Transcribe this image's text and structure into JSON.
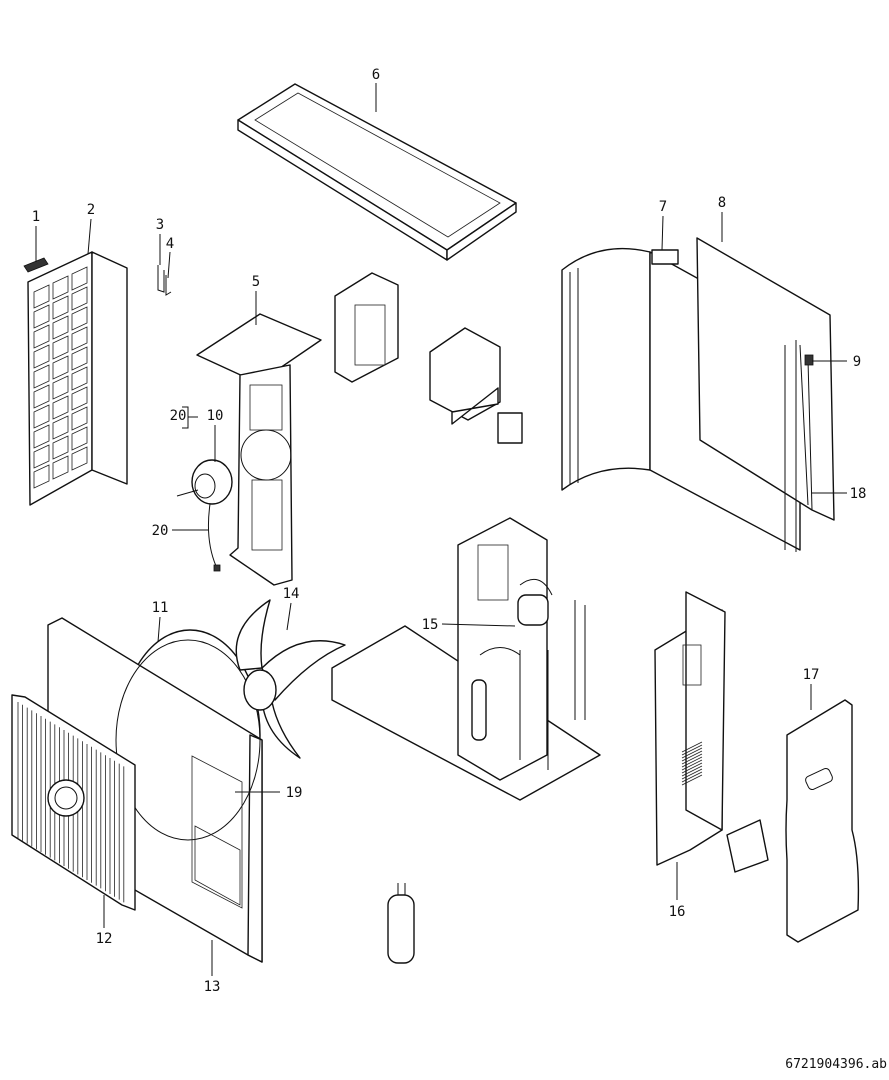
{
  "diagram": {
    "type": "exploded-parts-view",
    "document_id": "6721904396.ab",
    "callouts": [
      "1",
      "2",
      "3",
      "4",
      "5",
      "6",
      "7",
      "8",
      "9",
      "10",
      "11",
      "12",
      "13",
      "14",
      "15",
      "16",
      "17",
      "18",
      "19",
      "20",
      "20"
    ]
  }
}
